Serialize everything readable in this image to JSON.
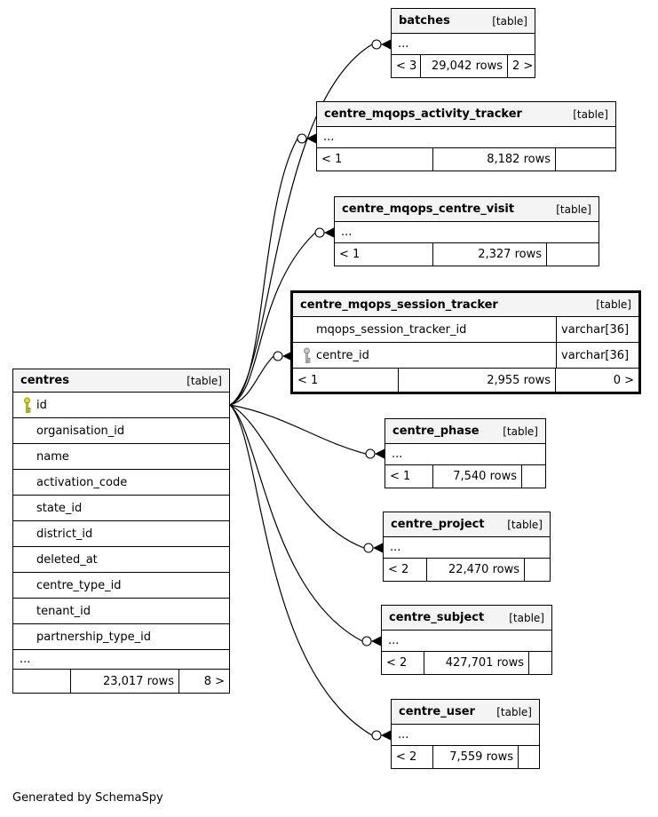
{
  "diagram": {
    "generator_note": "Generated by SchemaSpy"
  },
  "colors": {
    "primary_key": "#dede1f",
    "foreign_key": "#c7c7c7",
    "header_bg": "#f4f4f4",
    "border": "#000000"
  },
  "tables": {
    "batches": {
      "name": "batches",
      "tag": "[table]",
      "ellipsis": "...",
      "footer": {
        "parents": "< 3",
        "rows": "29,042 rows",
        "children": "2 >"
      }
    },
    "activity_tracker": {
      "name": "centre_mqops_activity_tracker",
      "tag": "[table]",
      "ellipsis": "...",
      "footer": {
        "parents": "< 1",
        "rows": "8,182 rows",
        "children": ""
      }
    },
    "centre_visit": {
      "name": "centre_mqops_centre_visit",
      "tag": "[table]",
      "ellipsis": "...",
      "footer": {
        "parents": "< 1",
        "rows": "2,327 rows",
        "children": ""
      }
    },
    "session_tracker": {
      "name": "centre_mqops_session_tracker",
      "tag": "[table]",
      "columns": [
        {
          "name": "mqops_session_tracker_id",
          "type": "varchar[36]",
          "key": ""
        },
        {
          "name": "centre_id",
          "type": "varchar[36]",
          "key": "fk"
        }
      ],
      "footer": {
        "parents": "< 1",
        "rows": "2,955 rows",
        "children": "0 >"
      }
    },
    "centres": {
      "name": "centres",
      "tag": "[table]",
      "ellipsis": "...",
      "columns": [
        {
          "name": "id",
          "key": "pk"
        },
        {
          "name": "organisation_id",
          "key": ""
        },
        {
          "name": "name",
          "key": ""
        },
        {
          "name": "activation_code",
          "key": ""
        },
        {
          "name": "state_id",
          "key": ""
        },
        {
          "name": "district_id",
          "key": ""
        },
        {
          "name": "deleted_at",
          "key": ""
        },
        {
          "name": "centre_type_id",
          "key": ""
        },
        {
          "name": "tenant_id",
          "key": ""
        },
        {
          "name": "partnership_type_id",
          "key": ""
        }
      ],
      "footer": {
        "parents": "",
        "rows": "23,017 rows",
        "children": "8 >"
      }
    },
    "centre_phase": {
      "name": "centre_phase",
      "tag": "[table]",
      "ellipsis": "...",
      "footer": {
        "parents": "< 1",
        "rows": "7,540 rows",
        "children": ""
      }
    },
    "centre_project": {
      "name": "centre_project",
      "tag": "[table]",
      "ellipsis": "...",
      "footer": {
        "parents": "< 2",
        "rows": "22,470 rows",
        "children": ""
      }
    },
    "centre_subject": {
      "name": "centre_subject",
      "tag": "[table]",
      "ellipsis": "...",
      "footer": {
        "parents": "< 2",
        "rows": "427,701 rows",
        "children": ""
      }
    },
    "centre_user": {
      "name": "centre_user",
      "tag": "[table]",
      "ellipsis": "...",
      "footer": {
        "parents": "< 2",
        "rows": "7,559 rows",
        "children": ""
      }
    }
  }
}
